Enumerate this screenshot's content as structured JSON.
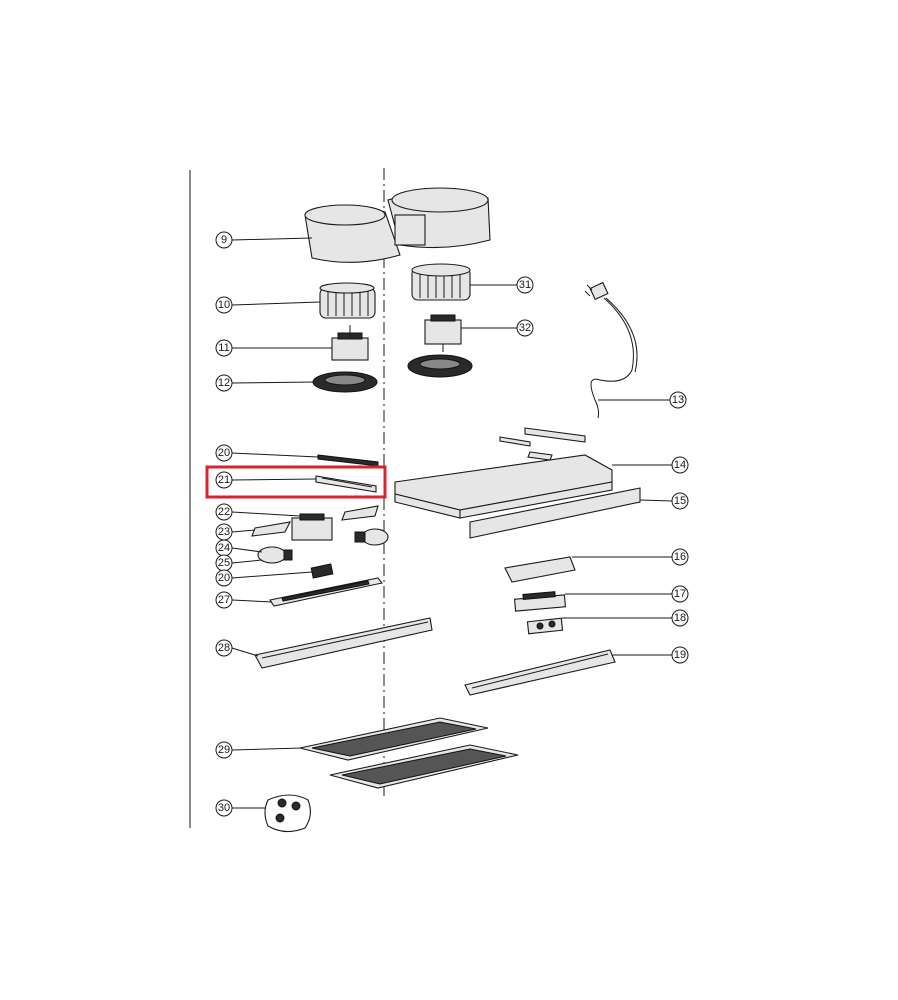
{
  "callouts": {
    "c9": "9",
    "c10": "10",
    "c11": "11",
    "c12": "12",
    "c13": "13",
    "c14": "14",
    "c15": "15",
    "c16": "16",
    "c17": "17",
    "c18": "18",
    "c19": "19",
    "c20a": "20",
    "c21": "21",
    "c22": "22",
    "c23": "23",
    "c24": "24",
    "c25": "25",
    "c20b": "20",
    "c27": "27",
    "c28": "28",
    "c29": "29",
    "c30": "30",
    "c31": "31",
    "c32": "32"
  },
  "highlight_color": "#d9232d"
}
